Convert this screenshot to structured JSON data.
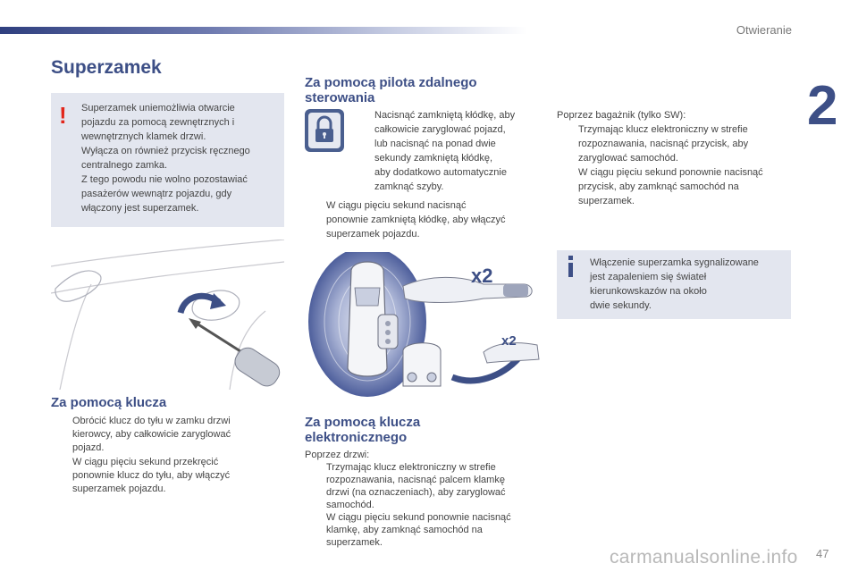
{
  "header": {
    "section": "Otwieranie",
    "chapter_number": "2"
  },
  "footer": {
    "page_number": "47",
    "watermark": "carmanualsonline.info"
  },
  "title": "Superzamek",
  "warning": {
    "icon": "exclamation-icon",
    "lines": [
      "Superzamek uniemożliwia otwarcie",
      "pojazdu za pomocą zewnętrznych i",
      "wewnętrznych klamek drzwi.",
      "Wyłącza on również przycisk ręcznego",
      "centralnego zamka.",
      "Z tego powodu nie wolno pozostawiać",
      "pasażerów wewnątrz pojazdu, gdy",
      "włączony jest superzamek."
    ]
  },
  "key_section": {
    "title": "Za pomocą klucza",
    "bullets": [
      [
        "Obrócić klucz do tyłu w zamku drzwi",
        "kierowcy, aby całkowicie zaryglować",
        "pojazd."
      ],
      [
        "W ciągu pięciu sekund przekręcić",
        "ponownie klucz do tyłu, aby włączyć",
        "superzamek pojazdu."
      ]
    ]
  },
  "remote_section": {
    "title_line1": "Za pomocą pilota zdalnego",
    "title_line2": "sterowania",
    "bullet1": [
      "Nacisnąć zamkniętą kłódkę, aby",
      "całkowicie zaryglować pojazd,",
      "lub nacisnąć na ponad dwie",
      "sekundy zamkniętą kłódkę,",
      "aby dodatkowo automatycznie",
      "zamknąć szyby."
    ],
    "bullet2": [
      "W ciągu pięciu sekund nacisnąć",
      "ponownie zamkniętą kłódkę, aby włączyć",
      "superzamek pojazdu."
    ]
  },
  "ekey_section": {
    "title_line1": "Za pomocą klucza",
    "title_line2": "elektronicznego",
    "intro": "Poprzez drzwi:",
    "bullets": [
      [
        "Trzymając klucz elektroniczny w strefie",
        "rozpoznawania, nacisnąć palcem klamkę",
        "drzwi (na oznaczeniach), aby zaryglować",
        "samochód."
      ],
      [
        "W ciągu pięciu sekund ponownie nacisnąć",
        "klamkę, aby zamknąć samochód na",
        "superzamek."
      ]
    ]
  },
  "trunk_section": {
    "intro": "Poprzez bagażnik (tylko SW):",
    "bullets": [
      [
        "Trzymając klucz elektroniczny w strefie",
        "rozpoznawania, nacisnąć przycisk, aby",
        "zaryglować samochód."
      ],
      [
        "W ciągu pięciu sekund ponownie nacisnąć",
        "przycisk, aby zamknąć samochód na",
        "superzamek."
      ]
    ]
  },
  "info": {
    "icon": "info-icon",
    "lines": [
      "Włączenie superzamka sygnalizowane",
      "jest zapaleniem się świateł",
      "kierunkowskazów na około",
      "dwie sekundy."
    ]
  },
  "bullet_symbol": "",
  "illustrations": {
    "press_count_1": "x2",
    "press_count_2": "x2"
  },
  "colors": {
    "accent": "#3d4f86",
    "box_bg": "#e3e6ef",
    "warning": "#e2261b"
  }
}
